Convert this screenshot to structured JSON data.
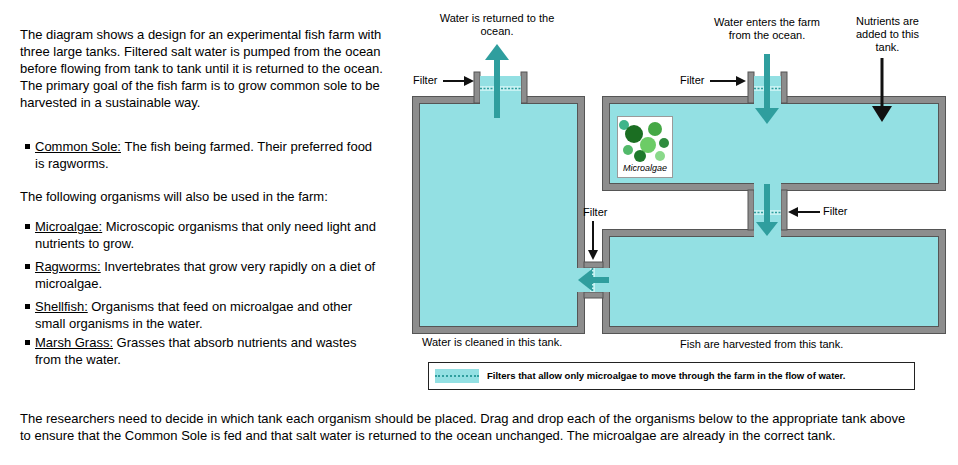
{
  "diagram": {
    "nodes": [
      {
        "text": [
          "Water is cleaned in this tank."
        ]
      },
      {
        "text": [
          "Nutrients are added to this tank."
        ]
      },
      {
        "text": [
          "Microalgae"
        ],
        "in": 1
      },
      {
        "text": [
          "Fish are harvested from this tank."
        ]
      }
    ],
    "edges": [
      {
        "from": 1,
        "to": 3,
        "arrow": "to"
      },
      {
        "from": 3,
        "to": 0,
        "arrow": "to"
      }
    ],
    "labels": [
      "The diagram shows a design for an experimental fish farm with three large tanks. Filtered salt water is pumped from the ocean before flowing from tank to tank until it is returned to the ocean. The primary goal of the fish farm is to grow common sole to be harvested in a sustainable way.",
      "Common Sole:",
      "The fish being farmed. Their preferred food is ragworms.",
      "The following organisms will also be used in the farm:",
      "Microalgae:",
      "Microscopic organisms that only need light and nutrients to grow.",
      "Ragworms:",
      "Invertebrates that grow very rapidly on a diet of microalgae.",
      "Shellfish:",
      "Organisms that feed on microalgae and other small organisms in the water.",
      "Marsh Grass:",
      "Grasses that absorb nutrients and wastes from the water.",
      "Water is returned to the ocean.",
      "Water enters the farm from the ocean.",
      "Filter",
      "Filter",
      "Filter",
      "Filter",
      "The researchers need to decide in which tank each organism should be placed. Drag and drop each of the organisms below to the appropriate tank above to ensure that the Common Sole is fed and that salt water is returned to the ocean unchanged. The microalgae are already in the correct tank."
    ],
    "legend": [
      {
        "text": "Filters that allow only microalgae to move through the farm in the flow of water.",
        "color": "#93e0e3"
      }
    ]
  }
}
